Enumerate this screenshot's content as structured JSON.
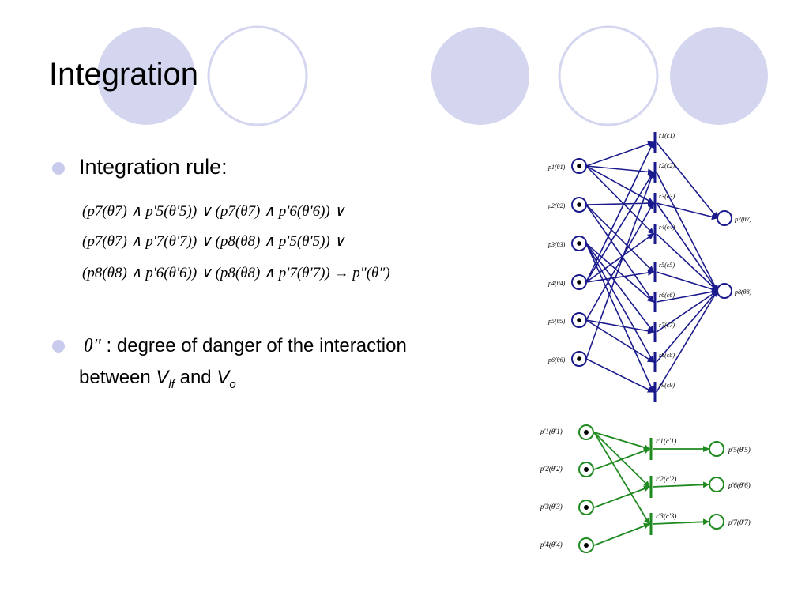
{
  "slide": {
    "title": "Integration",
    "bullets": [
      {
        "label": "Integration rule:"
      },
      {
        "theta_symbol": "θ\"",
        "text": " : degree of danger of the interaction",
        "line2_prefix": "between ",
        "v1_main": "V",
        "v1_sub": "lf",
        "and": " and ",
        "v2_main": "V",
        "v2_sub": "o"
      }
    ],
    "formula_lines": [
      "(p7(θ7) ∧ p'5(θ'5)) ∨ (p7(θ7) ∧ p'6(θ'6)) ∨",
      "(p7(θ7) ∧ p'7(θ'7)) ∨ (p8(θ8) ∧ p'5(θ'5)) ∨",
      "(p8(θ8) ∧ p'6(θ'6)) ∨ (p8(θ8) ∧ p'7(θ'7)) → p\"(θ\")"
    ]
  },
  "net1": {
    "color": "#1a1a8c",
    "places": [
      "p1(θ1)",
      "p2(θ2)",
      "p3(θ3)",
      "p4(θ4)",
      "p5(θ5)",
      "p6(θ6)"
    ],
    "transitions": [
      "r1(c1)",
      "r2(c2)",
      "r3(c3)",
      "r4(c4)",
      "r5(c5)",
      "r6(c6)",
      "r7(c7)",
      "r8(c8)",
      "r9(c9)"
    ],
    "outputs": [
      "p7(θ7)",
      "p8(θ8)"
    ]
  },
  "net2": {
    "color": "#1f8a1f",
    "places": [
      "p'1(θ'1)",
      "p'2(θ'2)",
      "p'3(θ'3)",
      "p'4(θ'4)"
    ],
    "transitions": [
      "r'1(c'1)",
      "r'2(c'2)",
      "r'3(c'3)"
    ],
    "outputs": [
      "p'5(θ'5)",
      "p'6(θ'6)",
      "p'7(θ'7)"
    ]
  },
  "colors": {
    "accent_filled": "#d2d3ee",
    "accent_outline": "#d2d3ee",
    "bullet": "#c9cbed"
  }
}
